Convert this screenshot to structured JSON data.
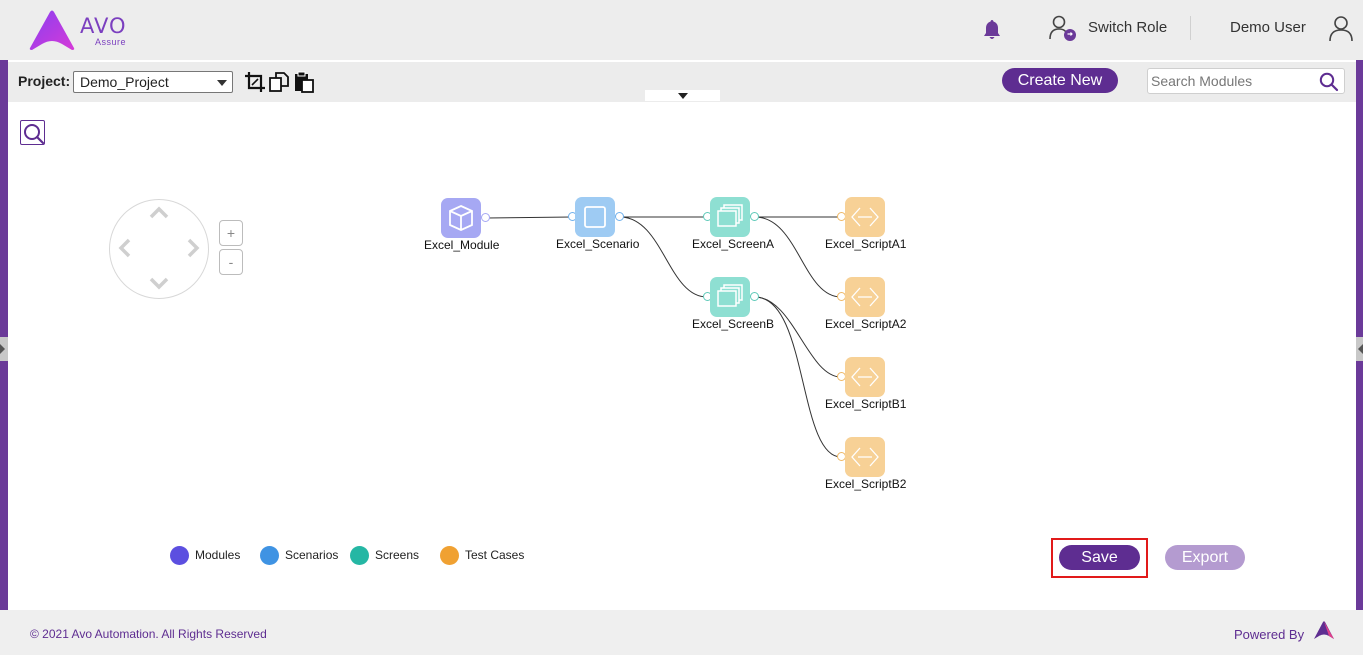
{
  "header": {
    "logo_text": "AVO",
    "logo_subtext": "Assure",
    "switch_role_label": "Switch Role",
    "user_name": "Demo User"
  },
  "toolbar": {
    "project_label": "Project:",
    "project_value": "Demo_Project",
    "create_new_label": "Create New",
    "search_placeholder": "Search Modules"
  },
  "canvas": {
    "zoom_in_label": "+",
    "zoom_out_label": "-",
    "nodes": [
      {
        "id": "module",
        "label": "Excel_Module",
        "type": "module"
      },
      {
        "id": "scenario",
        "label": "Excel_Scenario",
        "type": "scenario"
      },
      {
        "id": "screenA",
        "label": "Excel_ScreenA",
        "type": "screen"
      },
      {
        "id": "screenB",
        "label": "Excel_ScreenB",
        "type": "screen"
      },
      {
        "id": "scriptA1",
        "label": "Excel_ScriptA1",
        "type": "testcase"
      },
      {
        "id": "scriptA2",
        "label": "Excel_ScriptA2",
        "type": "testcase"
      },
      {
        "id": "scriptB1",
        "label": "Excel_ScriptB1",
        "type": "testcase"
      },
      {
        "id": "scriptB2",
        "label": "Excel_ScriptB2",
        "type": "testcase"
      }
    ],
    "legend": [
      {
        "label": "Modules",
        "color": "#5c4fe0"
      },
      {
        "label": "Scenarios",
        "color": "#3f93e3"
      },
      {
        "label": "Screens",
        "color": "#25b7a4"
      },
      {
        "label": "Test Cases",
        "color": "#f0a132"
      }
    ],
    "save_label": "Save",
    "export_label": "Export"
  },
  "footer": {
    "copyright": "© 2021 Avo Automation. All Rights Reserved",
    "powered_by": "Powered By"
  },
  "colors": {
    "brand": "#5e2d91",
    "module_node": "#a6a8f3",
    "scenario_node": "#9ecbf3",
    "screen_node": "#8edfd2",
    "testcase_node": "#f7d196",
    "highlight": "#e11a1a"
  }
}
